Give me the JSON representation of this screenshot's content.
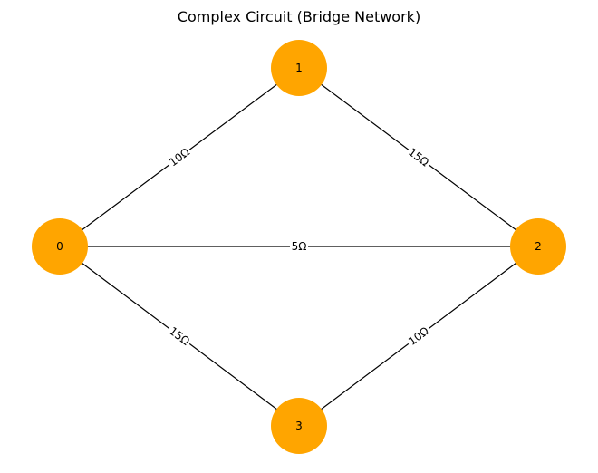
{
  "title": "Complex Circuit (Bridge Network)",
  "colors": {
    "node_fill": "#FFA500",
    "edge": "#000000",
    "background": "#ffffff"
  },
  "nodes": [
    {
      "id": "0",
      "label": "0"
    },
    {
      "id": "1",
      "label": "1"
    },
    {
      "id": "2",
      "label": "2"
    },
    {
      "id": "3",
      "label": "3"
    }
  ],
  "edges": [
    {
      "source": "0",
      "target": "1",
      "label": "10Ω"
    },
    {
      "source": "1",
      "target": "2",
      "label": "15Ω"
    },
    {
      "source": "0",
      "target": "2",
      "label": "5Ω"
    },
    {
      "source": "0",
      "target": "3",
      "label": "15Ω"
    },
    {
      "source": "3",
      "target": "2",
      "label": "10Ω"
    }
  ]
}
